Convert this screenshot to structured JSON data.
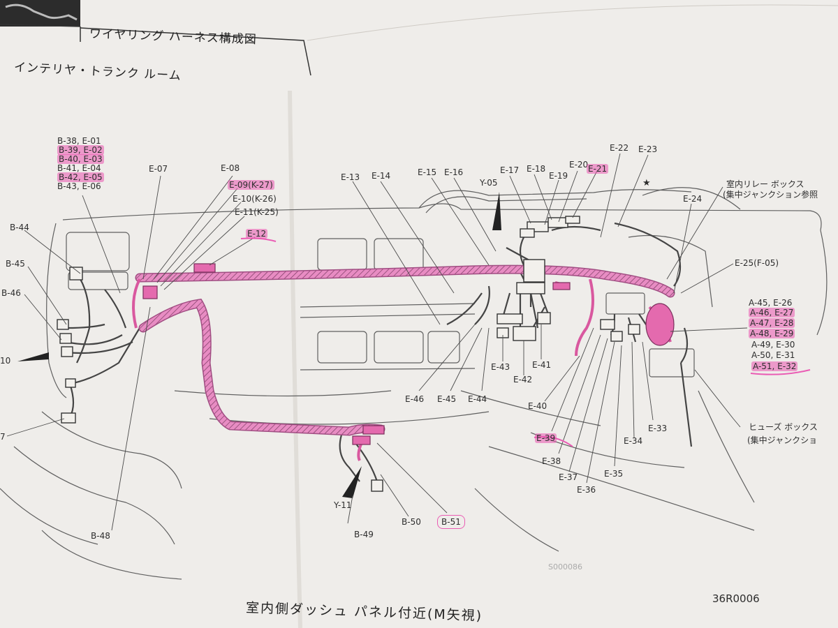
{
  "header": {
    "title": "ワイヤリング ハーネス構成図",
    "subtitle": "インテリヤ・トランク ルーム"
  },
  "caption": "室内側ダッシュ パネル付近(M矢視)",
  "figure_code": "36R0006",
  "colors": {
    "paper": "#eeece9",
    "line": "#5a5a5a",
    "harness": "#e27bb8",
    "highlight": "#ea5cb4"
  },
  "labels": {
    "b38": "B-38, E-01",
    "b39": "B-39, E-02",
    "b40": "B-40, E-03",
    "b41": "B-41, E-04",
    "b42": "B-42, E-05",
    "b43": "B-43, E-06",
    "e07": "E-07",
    "e08": "E-08",
    "e09": "E-09(K-27)",
    "e10": "E-10(K-26)",
    "e11": "E-11(K-25)",
    "e12": "E-12",
    "e13": "E-13",
    "e14": "E-14",
    "e15": "E-15",
    "e16": "E-16",
    "y05": "Y-05",
    "e17": "E-17",
    "e18": "E-18",
    "e19": "E-19",
    "e20": "E-20",
    "e21": "E-21",
    "e22": "E-22",
    "e23": "E-23",
    "star": "★",
    "relay1": "室内リレー ボックス",
    "relay2": "(集中ジャンクション参照",
    "e24": "E-24",
    "e25": "E-25(F-05)",
    "a45": "A-45, E-26",
    "a46": "A-46, E-27",
    "a47": "A-47, E-28",
    "a48": "A-48, E-29",
    "a49": "A-49, E-30",
    "a50": "A-50, E-31",
    "a51": "A-51, E-32",
    "b44": "B-44",
    "b45": "B-45",
    "b46": "B-46",
    "b10": "10",
    "b47": "7",
    "b48": "B-48",
    "e46": "E-46",
    "e45": "E-45",
    "e44": "E-44",
    "e43": "E-43",
    "e42": "E-42",
    "e41": "E-41",
    "e40": "E-40",
    "e39": "E-39",
    "e38": "E-38",
    "e37": "E-37",
    "e36": "E-36",
    "e35": "E-35",
    "e34": "E-34",
    "e33": "E-33",
    "fuse1": "ヒューズ ボックス",
    "fuse2": "(集中ジャンクショ",
    "y11": "Y-11",
    "b49": "B-49",
    "b50": "B-50",
    "b51": "B-51",
    "faint": "S000086"
  }
}
